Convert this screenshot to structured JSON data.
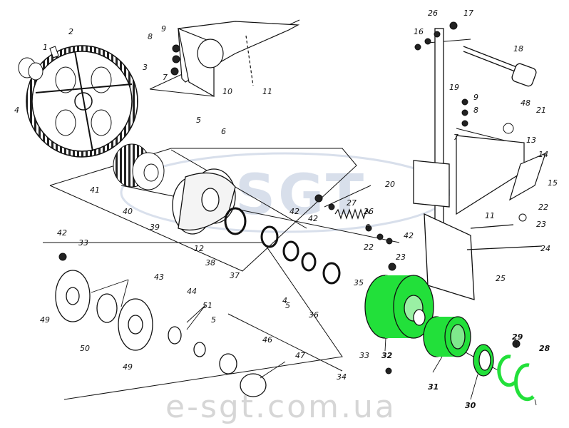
{
  "watermark": {
    "logo_text": "SGT",
    "footer_text": "e-sgt.com.ua"
  },
  "colors": {
    "ink": "#111111",
    "highlight": "#22e03a",
    "watermark": "#b9c6dc",
    "footer_watermark": "#d6d6d6"
  },
  "part_labels": [
    "1",
    "2",
    "3",
    "4",
    "5",
    "6",
    "7",
    "8",
    "9",
    "10",
    "11",
    "12",
    "13",
    "14",
    "15",
    "16",
    "17",
    "18",
    "19",
    "20",
    "21",
    "22",
    "23",
    "24",
    "25",
    "26",
    "27",
    "28",
    "29",
    "30",
    "31",
    "32",
    "33",
    "34",
    "35",
    "36",
    "37",
    "38",
    "39",
    "40",
    "41",
    "42",
    "43",
    "44",
    "46",
    "47",
    "48",
    "49",
    "50",
    "51"
  ],
  "highlighted_parts": [
    "28",
    "29",
    "30",
    "31",
    "32"
  ]
}
